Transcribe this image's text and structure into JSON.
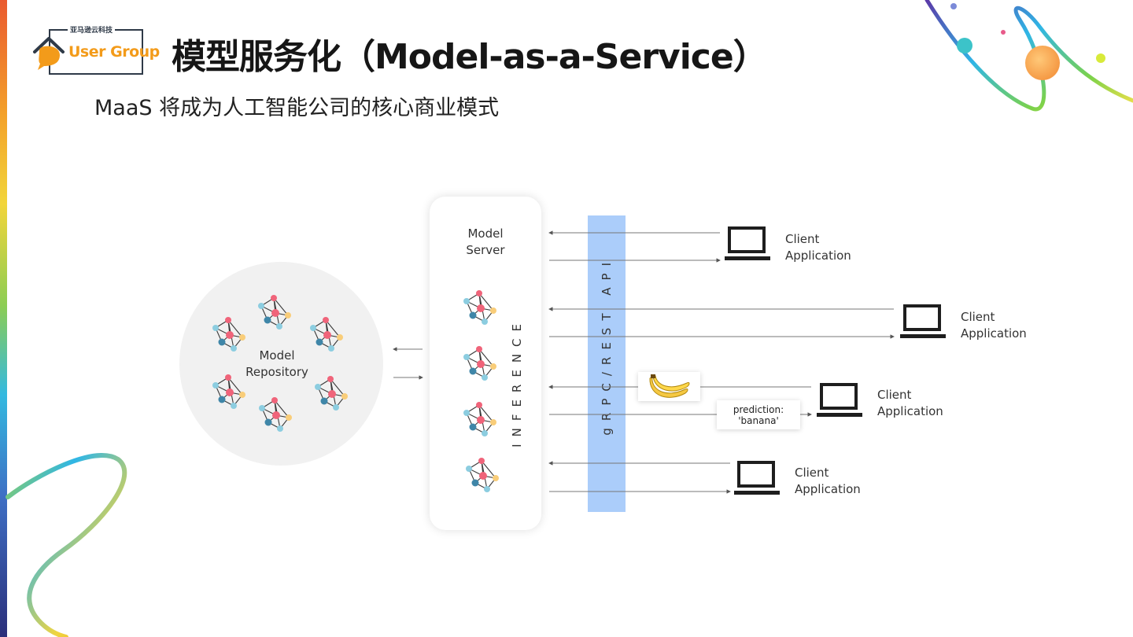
{
  "logo": {
    "company_cn": "亚马逊云科技",
    "group_text": "User Group"
  },
  "header": {
    "title": "模型服务化（Model-as-a-Service）",
    "subtitle": "MaaS 将成为人工智能公司的核心商业模式"
  },
  "diagram": {
    "repository": {
      "line1": "Model",
      "line2": "Repository"
    },
    "server": {
      "line1": "Model",
      "line2": "Server"
    },
    "inference_label": "INFERENCE",
    "api_label": "gRPC/REST API",
    "clients": [
      {
        "line1": "Client",
        "line2": "Application"
      },
      {
        "line1": "Client",
        "line2": "Application"
      },
      {
        "line1": "Client",
        "line2": "Application"
      },
      {
        "line1": "Client",
        "line2": "Application"
      }
    ],
    "prediction": {
      "line1": "prediction:",
      "line2": "'banana'"
    },
    "icons": [
      "neural-network-icon",
      "laptop-icon",
      "banana-icon"
    ]
  },
  "colors": {
    "api_bar": "#abcdfa",
    "logo_orange": "#f39b1a",
    "node_red": "#f0647a",
    "node_blue": "#8ccde0",
    "node_teal": "#3f86a8",
    "node_yellow": "#f9cd79"
  }
}
